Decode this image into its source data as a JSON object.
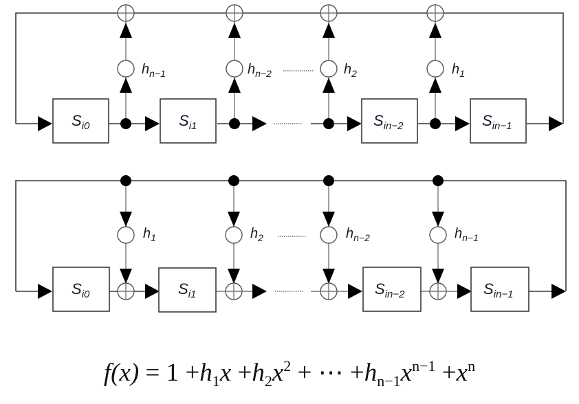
{
  "diagram": {
    "title": "LFSR implementations (Fibonacci and Galois) of characteristic polynomial f(x)",
    "top_lfsr": {
      "type": "fibonacci",
      "registers": [
        {
          "base": "S",
          "sub": "i0"
        },
        {
          "base": "S",
          "sub": "i1"
        },
        {
          "base": "S",
          "sub": "in−2"
        },
        {
          "base": "S",
          "sub": "in−1"
        }
      ],
      "coefficients": [
        {
          "base": "h",
          "sub": "n−1"
        },
        {
          "base": "h",
          "sub": "n−2"
        },
        {
          "base": "h",
          "sub": "2"
        },
        {
          "base": "h",
          "sub": "1"
        }
      ]
    },
    "bottom_lfsr": {
      "type": "galois",
      "registers": [
        {
          "base": "S",
          "sub": "i0"
        },
        {
          "base": "S",
          "sub": "i1"
        },
        {
          "base": "S",
          "sub": "in−2"
        },
        {
          "base": "S",
          "sub": "in−1"
        }
      ],
      "coefficients": [
        {
          "base": "h",
          "sub": "1"
        },
        {
          "base": "h",
          "sub": "2"
        },
        {
          "base": "h",
          "sub": "n−2"
        },
        {
          "base": "h",
          "sub": "n−1"
        }
      ]
    },
    "formula": {
      "lhs": "f(x)",
      "eq": "=",
      "terms": [
        "1",
        "+",
        "h",
        "1",
        "x",
        "+",
        "h",
        "2",
        "x",
        "2",
        "+ ⋯ +",
        "h",
        "n−1",
        "x",
        "n−1",
        "+",
        "x",
        "n"
      ]
    }
  }
}
